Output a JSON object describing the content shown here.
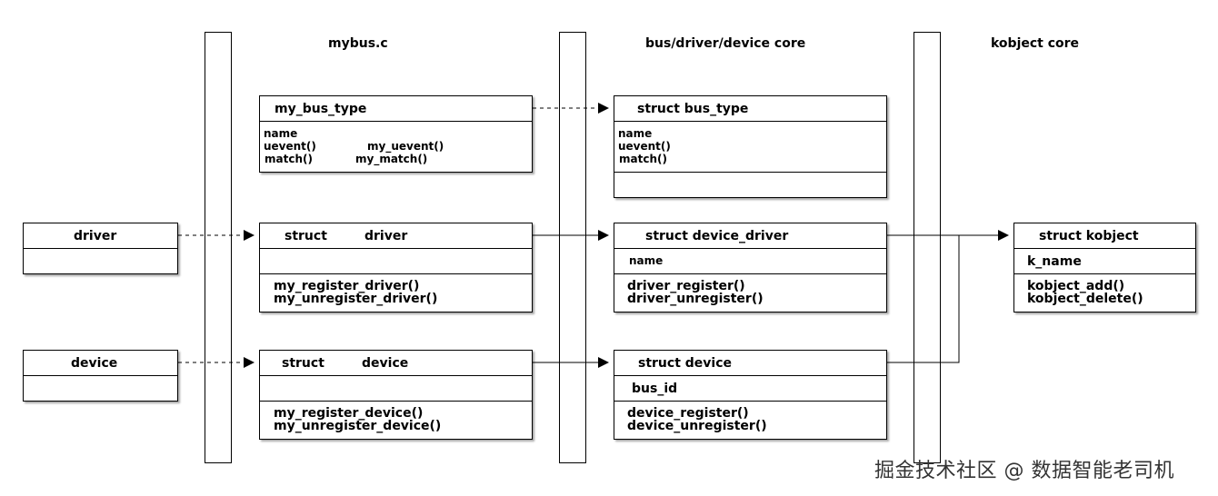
{
  "lanes": {
    "mybus_title": "mybus.c",
    "core_title": "bus/driver/device core",
    "kobject_title": "kobject core"
  },
  "boxes": {
    "driver": {
      "title": "driver"
    },
    "device": {
      "title": "device"
    },
    "my_bus_type": {
      "title": "my_bus_type",
      "lines": [
        "name",
        "uevent()",
        "match()"
      ],
      "values": [
        "",
        "my_uevent()",
        "my_match()"
      ]
    },
    "struct_driver": {
      "title_a": "struct",
      "title_b": "driver",
      "methods": [
        "my_register_driver()",
        "my_unregister_driver()"
      ]
    },
    "struct_device_mine": {
      "title_a": "struct",
      "title_b": "device",
      "methods": [
        "my_register_device()",
        "my_unregister_device()"
      ]
    },
    "struct_bus_type": {
      "title": "struct bus_type",
      "lines": [
        "name",
        "uevent()",
        "match()"
      ]
    },
    "struct_device_driver": {
      "title": "struct device_driver",
      "field": "name",
      "methods": [
        "driver_register()",
        "driver_unregister()"
      ]
    },
    "struct_device": {
      "title": "struct device",
      "field": "bus_id",
      "methods": [
        "device_register()",
        "device_unregister()"
      ]
    },
    "struct_kobject": {
      "title": "struct kobject",
      "field": "k_name",
      "methods": [
        "kobject_add()",
        "kobject_delete()"
      ]
    }
  },
  "watermark": "掘金技术社区 @ 数据智能老司机"
}
